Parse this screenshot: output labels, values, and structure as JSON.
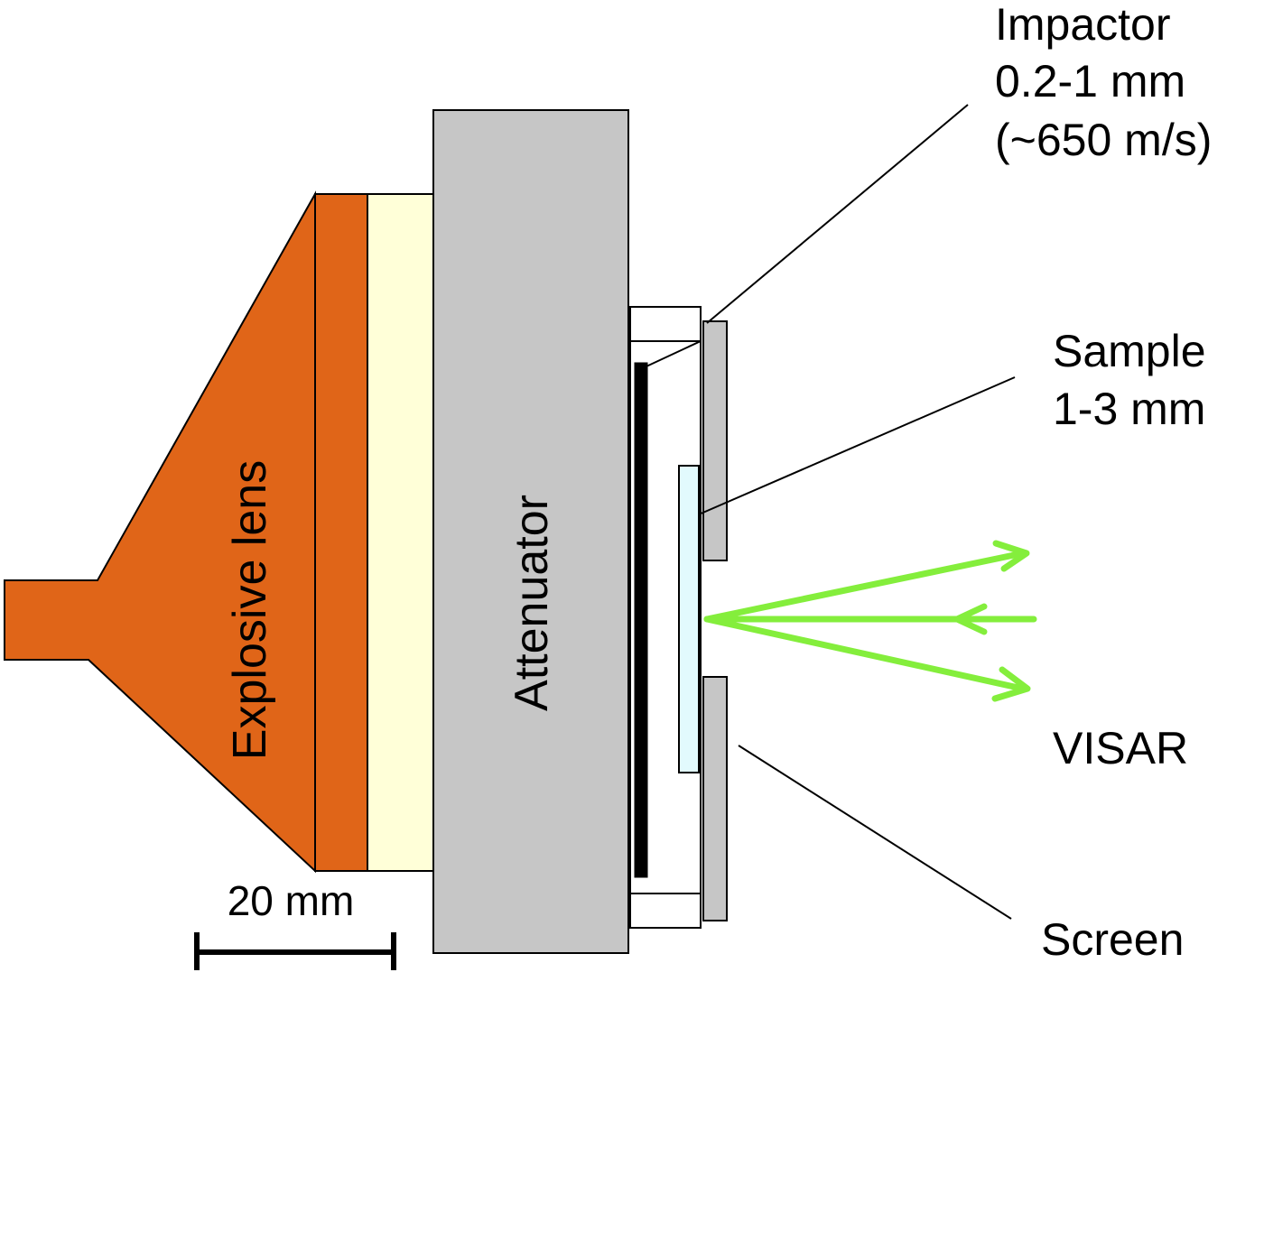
{
  "labels": {
    "impactor": {
      "line1": "Impactor",
      "line2": "0.2-1 mm",
      "line3": "(~650 m/s)"
    },
    "sample": {
      "line1": "Sample",
      "line2": "1-3 mm"
    },
    "visar": "VISAR",
    "screen": "Screen",
    "explosive_lens": "Explosive lens",
    "attenuator": "Attenuator",
    "scale_bar": "20 mm"
  },
  "colors": {
    "explosive": "#e06518",
    "booster": "#ffffd8",
    "attenuator": "#c6c6c6",
    "screen": "#c6c6c6",
    "sample": "#e2fafd",
    "impactor": "#000000",
    "beam": "#84ee3c",
    "outline": "#000000"
  }
}
